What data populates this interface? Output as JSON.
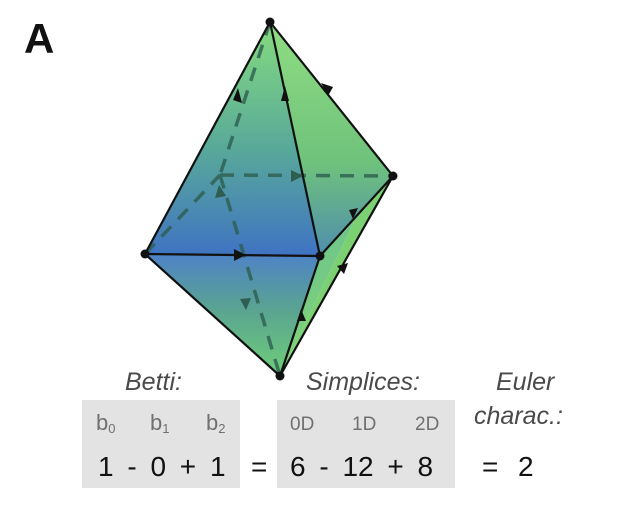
{
  "panel_label": "A",
  "betti": {
    "heading": "Betti:",
    "b0": {
      "base": "b",
      "index": "0"
    },
    "b1": {
      "base": "b",
      "index": "1"
    },
    "b2": {
      "base": "b",
      "index": "2"
    },
    "equation": "1 - 0 + 1"
  },
  "equals_1": "=",
  "simplices": {
    "heading": "Simplices:",
    "d0": "0D",
    "d1": "1D",
    "d2": "2D",
    "equation": "6 - 12 + 8"
  },
  "euler": {
    "heading_line1": "Euler",
    "heading_line2": "charac.:",
    "equals": "=",
    "value": "2"
  },
  "colors": {
    "face_green": "#7ed87a",
    "face_blue": "#4a7fc8",
    "edge": "#111111",
    "hidden_edge": "#2d5e50",
    "box": "#e3e3e3"
  }
}
